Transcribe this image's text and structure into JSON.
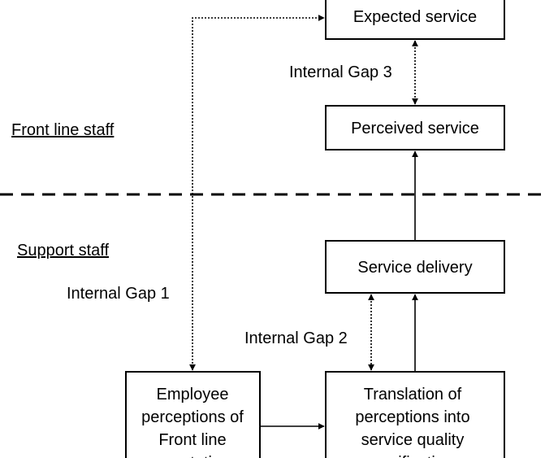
{
  "zones": {
    "front": "Front line staff",
    "support": "Support staff"
  },
  "boxes": {
    "expected": [
      "Expected service"
    ],
    "perceived": [
      "Perceived service"
    ],
    "delivery": [
      "Service delivery"
    ],
    "employee": [
      "Employee",
      "perceptions of",
      "Front line",
      "expectations"
    ],
    "translation": [
      "Translation of",
      "perceptions into",
      "service quality",
      "specifications"
    ]
  },
  "gaps": {
    "gap1": "Internal Gap 1",
    "gap2": "Internal Gap 2",
    "gap3": "Internal Gap 3"
  },
  "colors": {
    "line": "#000000",
    "background": "#ffffff"
  }
}
